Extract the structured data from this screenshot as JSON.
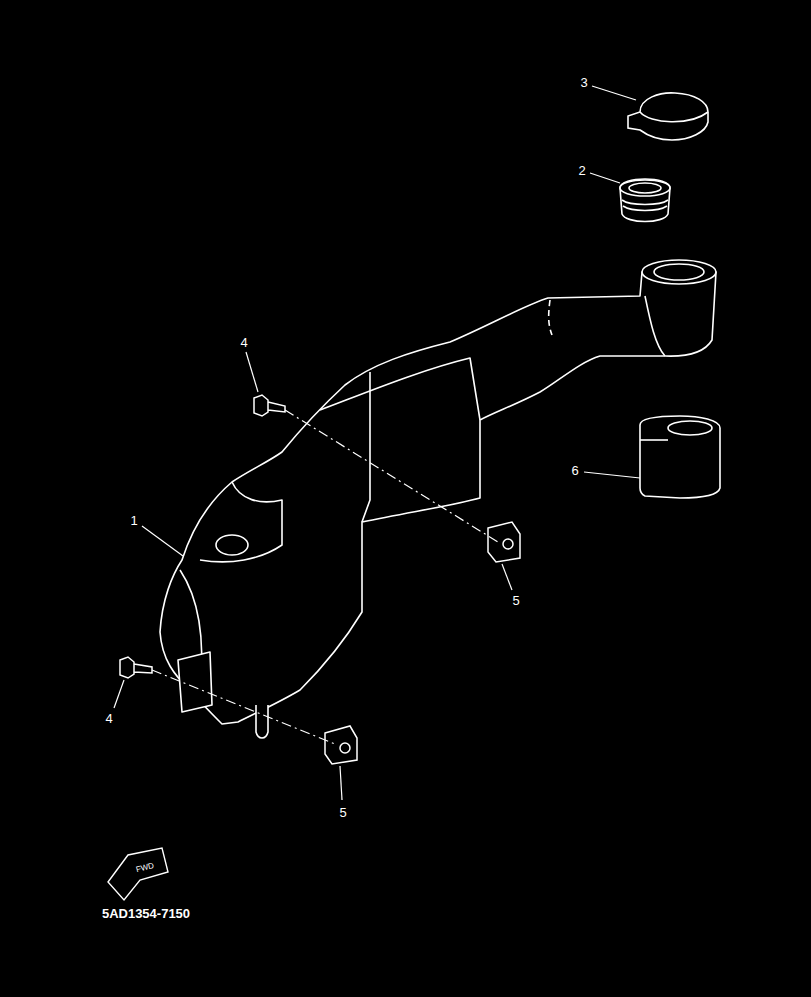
{
  "diagram": {
    "labels": [
      "3",
      "2",
      "4",
      "1",
      "6",
      "5",
      "4",
      "5",
      "FWD",
      "5AD1354-7150"
    ]
  }
}
